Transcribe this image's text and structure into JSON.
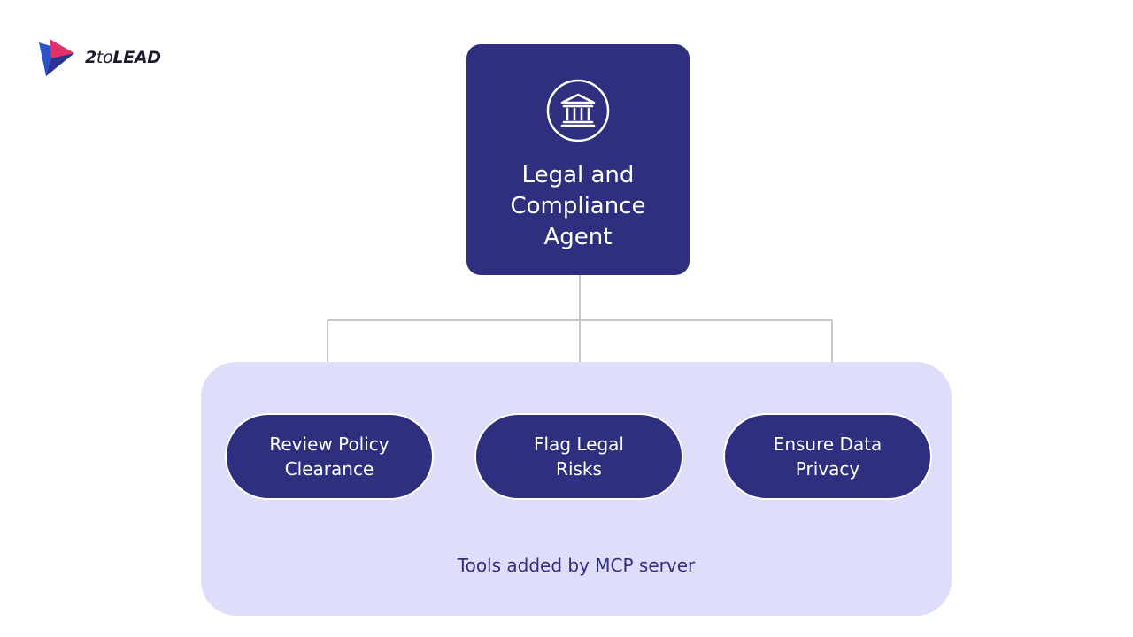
{
  "logo": {
    "text_prefix": "2",
    "text_mid": "to",
    "text_suffix": "LEAD",
    "colors": [
      "#e0316b",
      "#2f52c8",
      "#283593"
    ]
  },
  "agent": {
    "icon": "bank-building-icon",
    "title": "Legal and\nCompliance\nAgent"
  },
  "tools": [
    {
      "label": "Review Policy\nClearance"
    },
    {
      "label": "Flag Legal\nRisks"
    },
    {
      "label": "Ensure Data\nPrivacy"
    }
  ],
  "panel": {
    "caption": "Tools added by MCP server"
  },
  "colors": {
    "primary": "#2f2f7f",
    "panel_bg": "#dedefb",
    "connector": "#c8c8c8"
  }
}
